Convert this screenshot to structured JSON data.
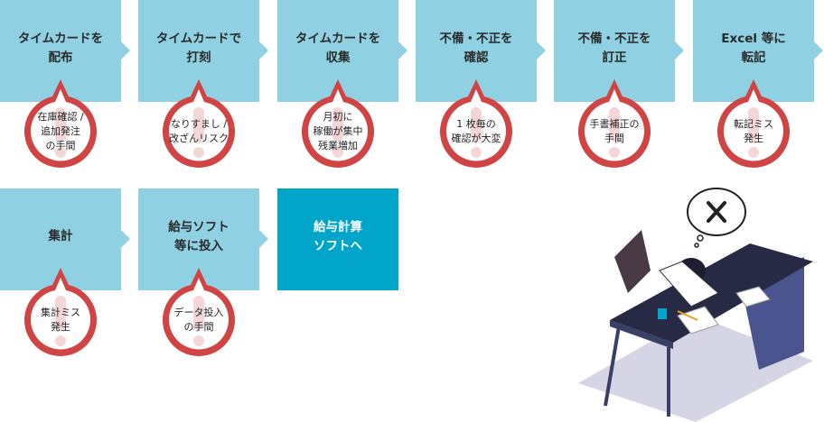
{
  "steps": [
    {
      "label": "タイムカードを\n配布",
      "issue": "在庫確認 /\n追加発注\nの手間"
    },
    {
      "label": "タイムカードで\n打刻",
      "issue": "なりすまし /\n改ざんリスク"
    },
    {
      "label": "タイムカードを\n収集",
      "issue": "月初に\n稼働が集中\n残業増加"
    },
    {
      "label": "不備・不正を\n確認",
      "issue": "1 枚毎の\n確認が大変"
    },
    {
      "label": "不備・不正を\n訂正",
      "issue": "手書補正の\n手間"
    },
    {
      "label": "Excel 等に\n転記",
      "issue": "転記ミス\n発生"
    },
    {
      "label": "集計",
      "issue": "集計ミス\n発生"
    },
    {
      "label": "給与ソフト\n等に投入",
      "issue": "データ投入\nの手間"
    },
    {
      "label": "給与計算\nソフトへ"
    }
  ],
  "colors": {
    "step": "#8fd1e2",
    "final": "#00a5c9",
    "warning": "#d04444"
  },
  "illustration": {
    "icon": "frustrated-worker-at-desk",
    "thought_icon": "x-mark-icon"
  }
}
